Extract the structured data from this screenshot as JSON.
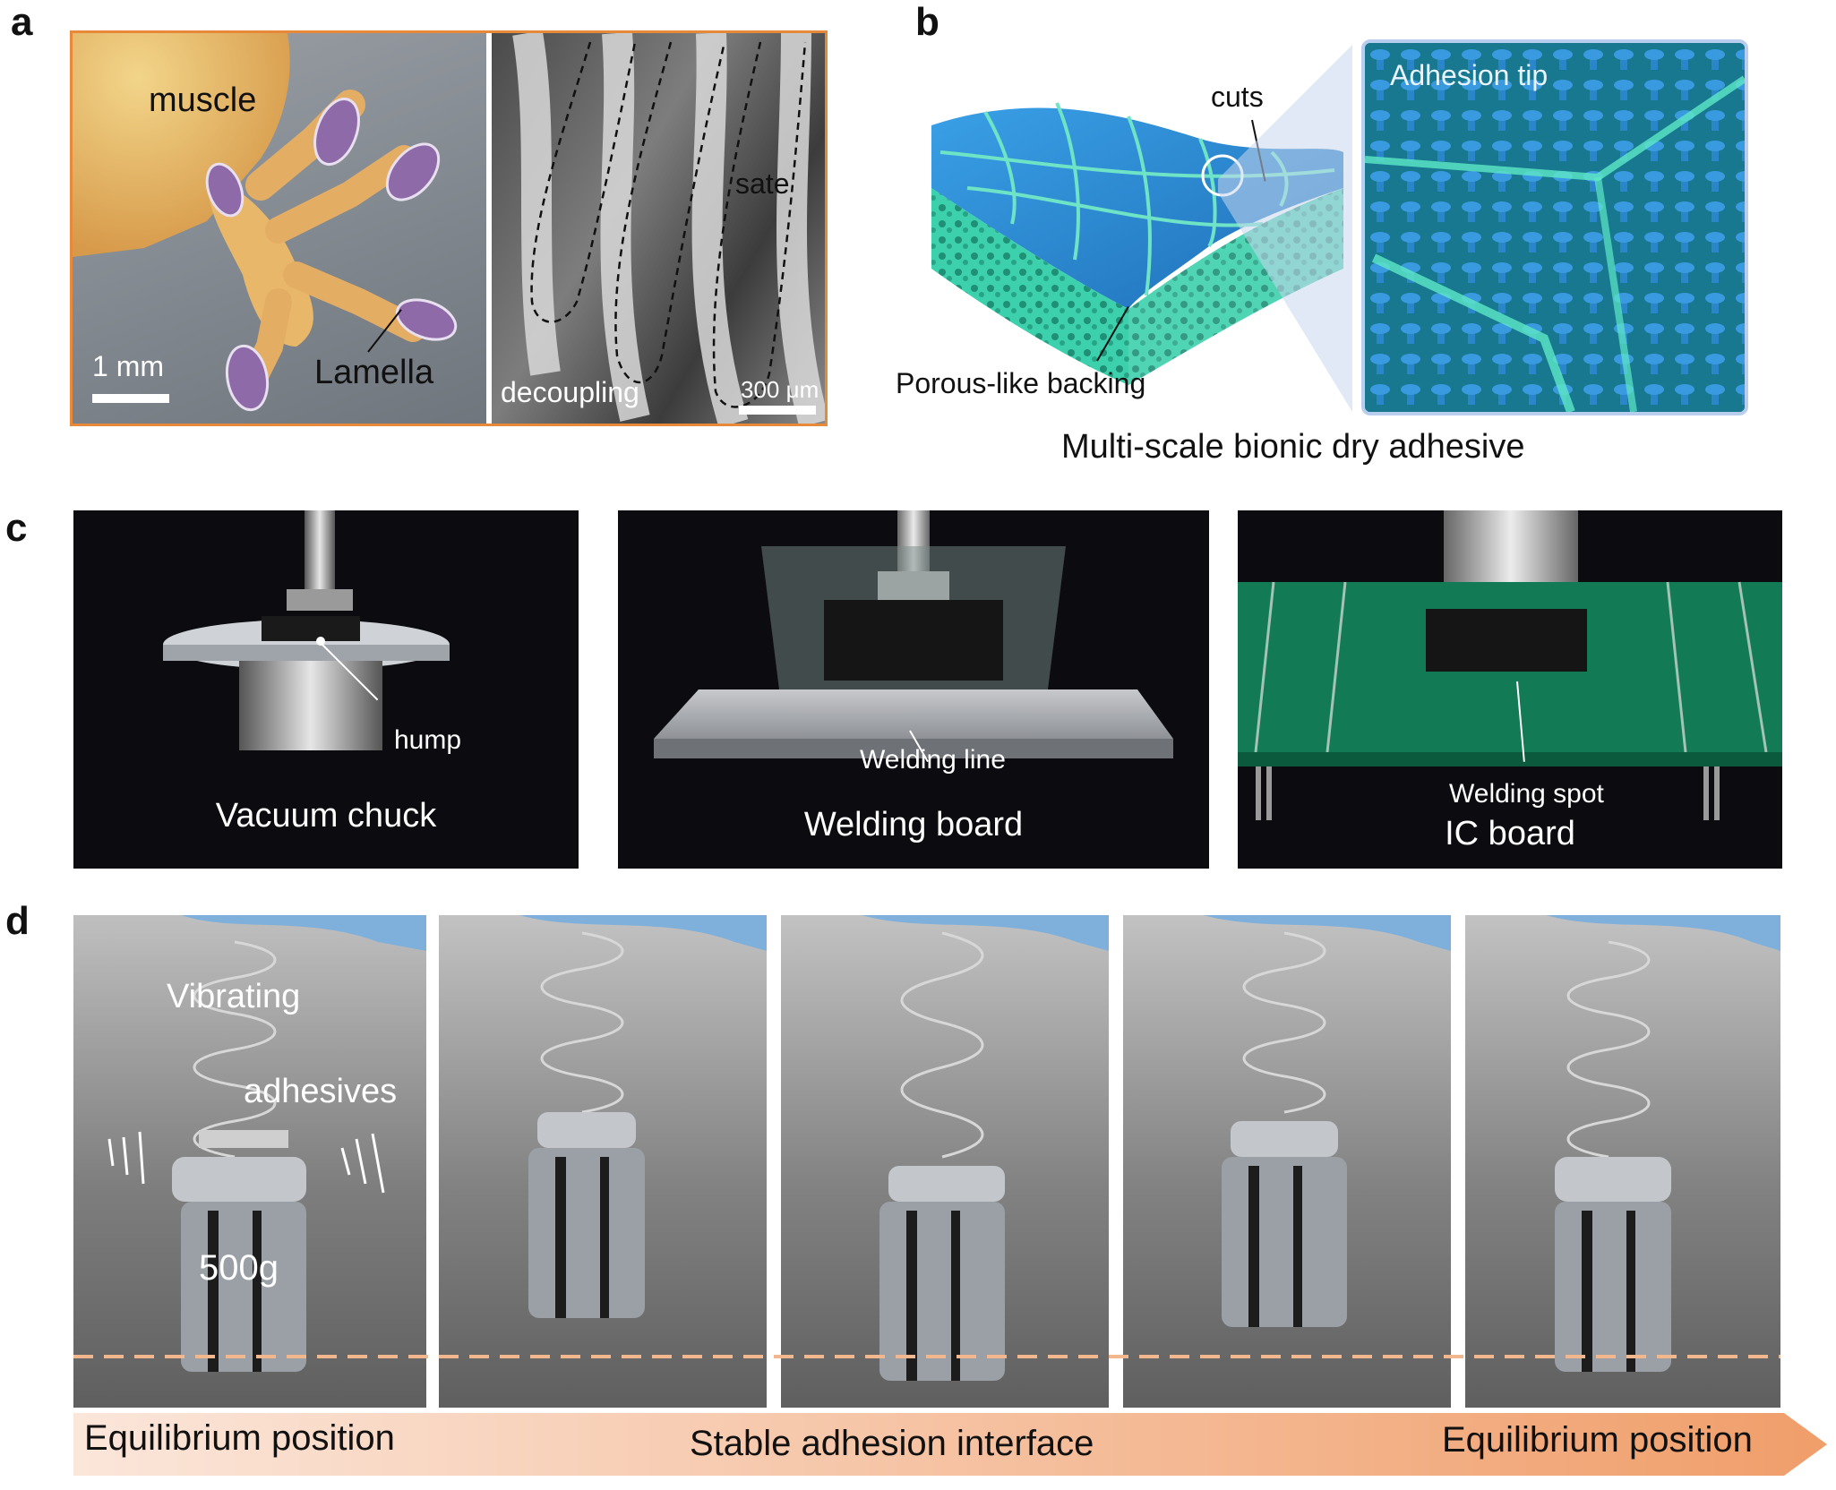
{
  "panels": {
    "a": {
      "letter": "a",
      "muscle": "muscle",
      "lamella": "Lamella",
      "scale_left": "1 mm",
      "sate": "sate",
      "decoupling": "decoupling",
      "scale_right": "300 μm"
    },
    "b": {
      "letter": "b",
      "cuts": "cuts",
      "porous_backing": "Porous-like backing",
      "adhesion_tip": "Adhesion tip",
      "caption": "Multi-scale bionic dry adhesive"
    },
    "c": {
      "letter": "c",
      "chuck_hump": "hump",
      "chuck_caption": "Vacuum chuck",
      "welding_line": "Welding line",
      "welding_caption": "Welding board",
      "welding_spot": "Welding spot",
      "ic_caption": "IC board"
    },
    "d": {
      "letter": "d",
      "vibrating": "Vibrating",
      "adhesives": "adhesives",
      "weight": "500g",
      "arrow_left": "Equilibrium position",
      "arrow_middle": "Stable adhesion interface",
      "arrow_right": "Equilibrium position"
    }
  },
  "colors": {
    "frame_orange": "#e8893a",
    "dashed_line": "#f2b78c",
    "arrow_gradient_start": "#fbe6da",
    "arrow_gradient_end": "#f09e6a",
    "dark_bg": "#0b0b10",
    "adhesive_blue": "#2f8ad6",
    "backing_teal": "#38c9a6",
    "pcb_green": "#127a55"
  }
}
